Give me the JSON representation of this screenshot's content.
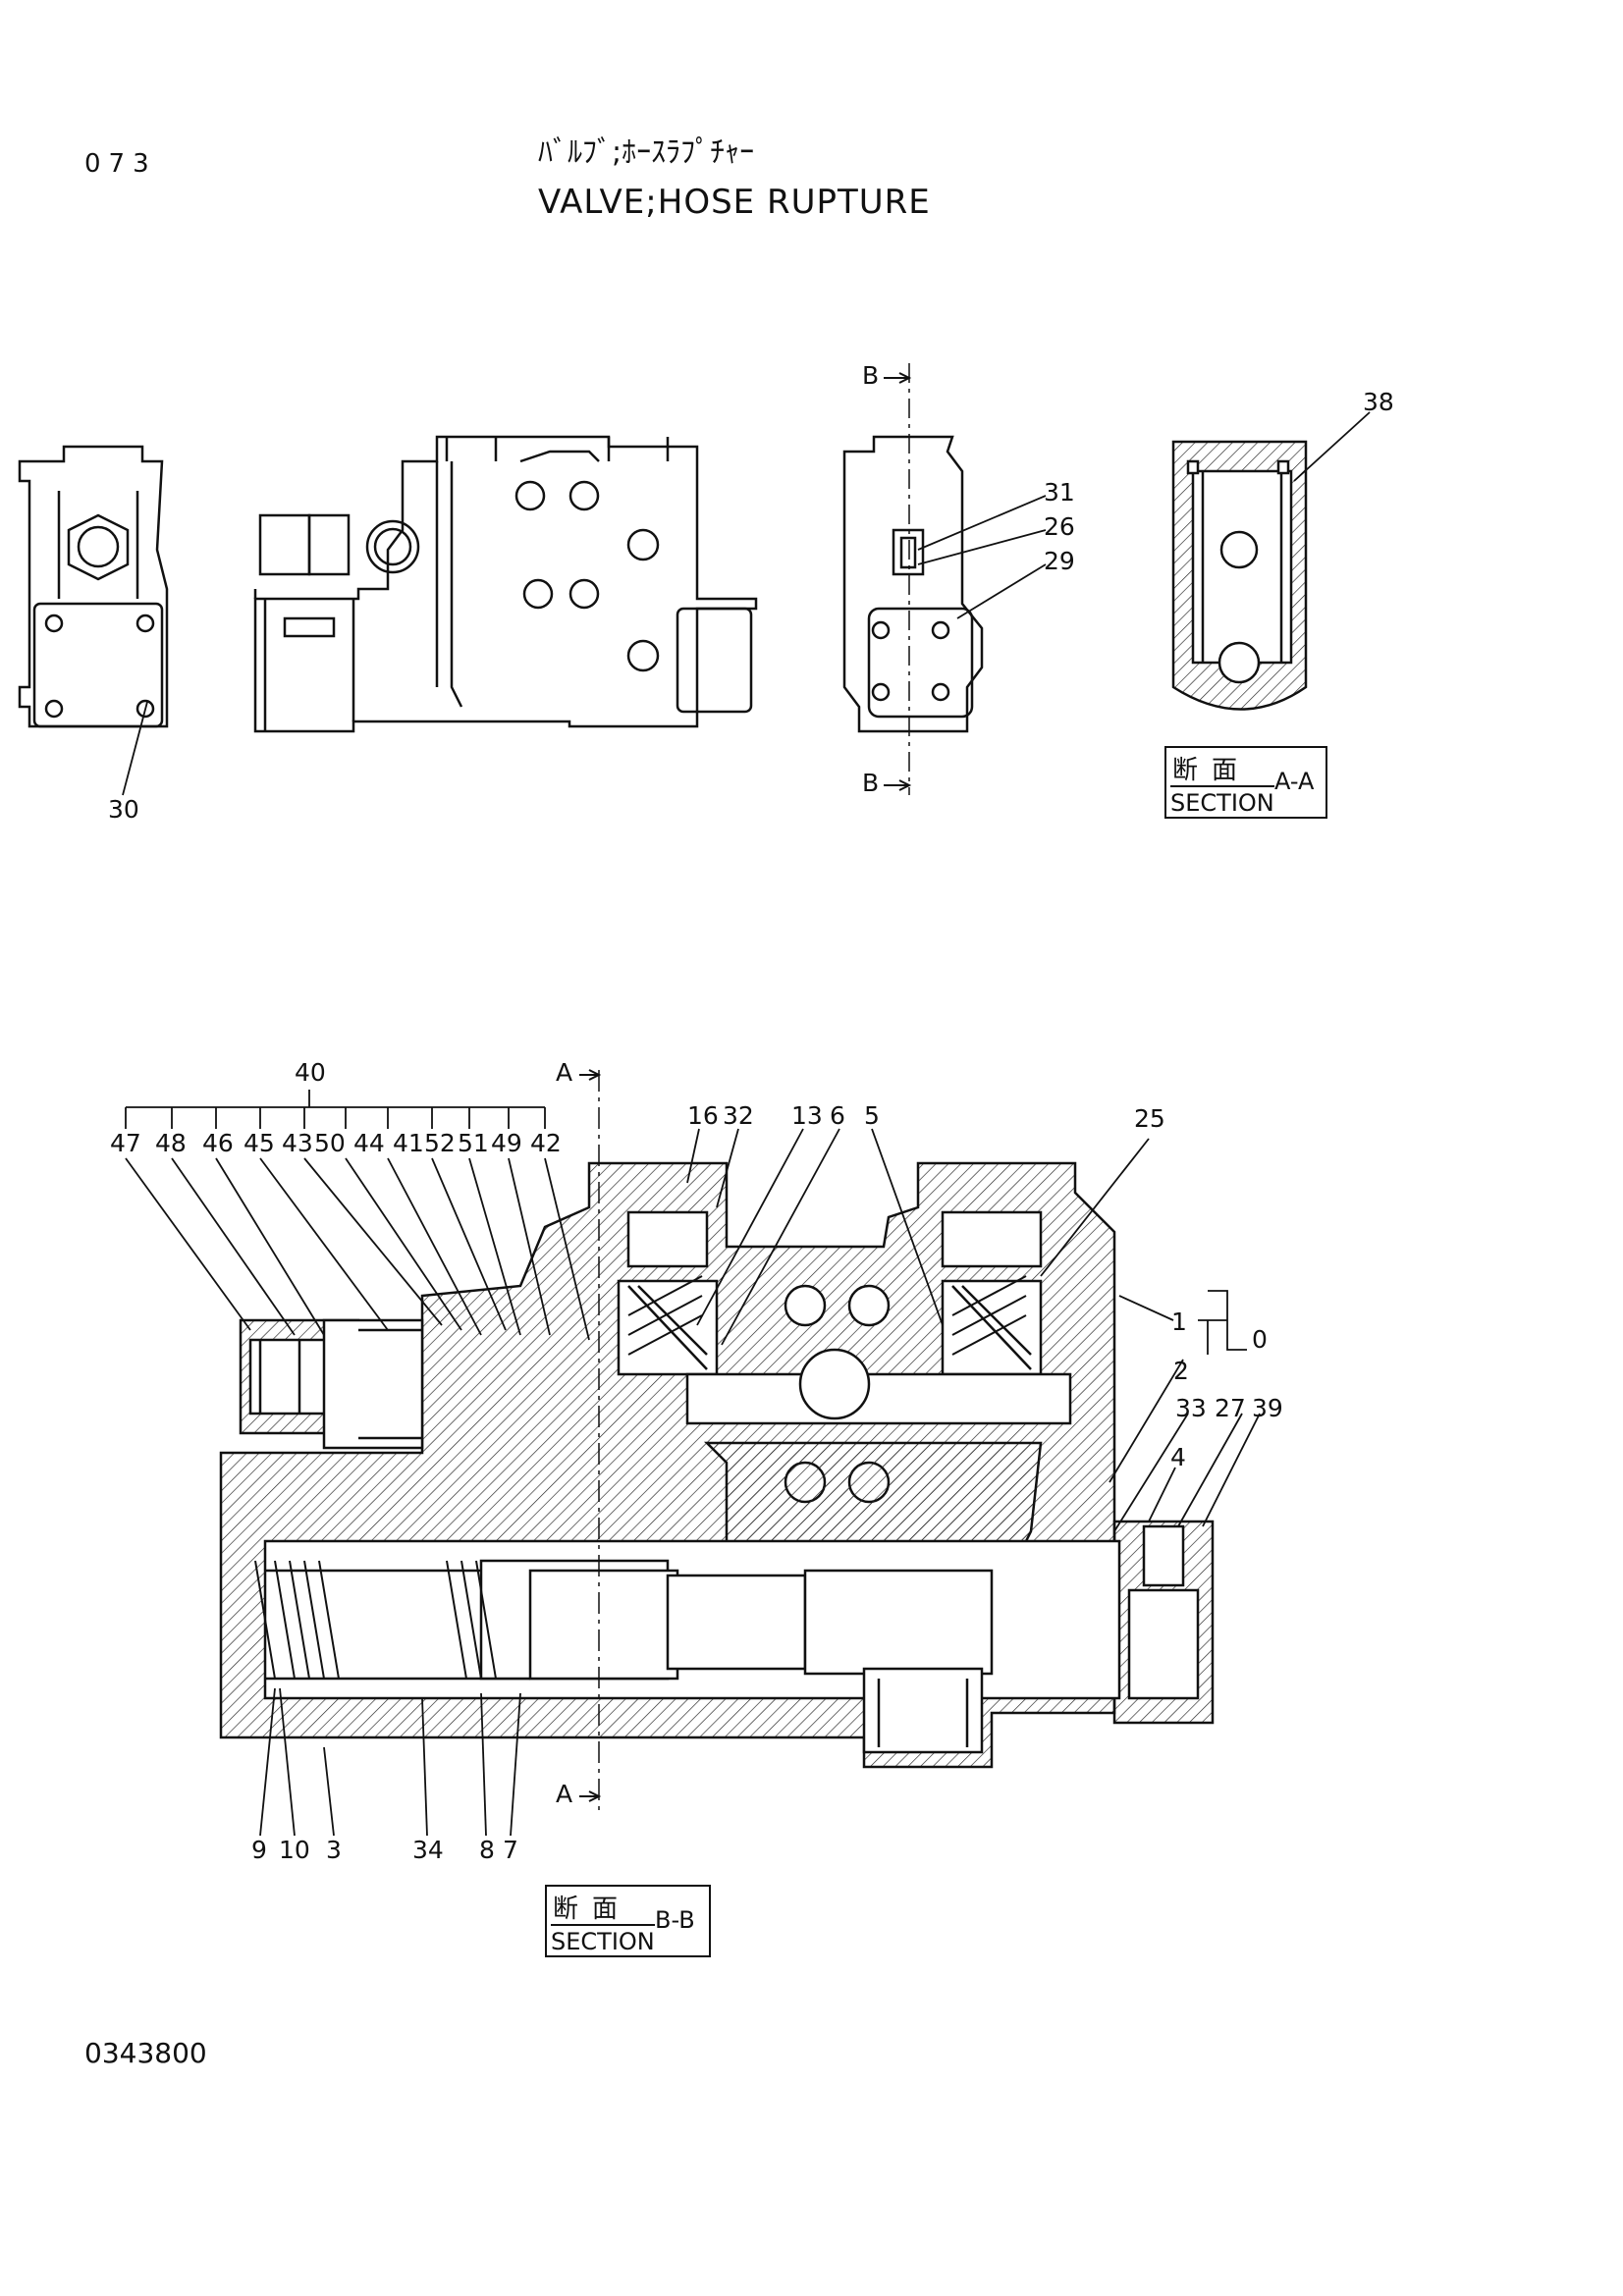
{
  "header": {
    "page_number": "073",
    "title_jp": "ﾊﾞﾙﾌﾞ;ﾎｰｽﾗﾌﾟﾁｬｰ",
    "title_en": "VALVE;HOSE RUPTURE"
  },
  "footer": {
    "document_number": "0343800"
  },
  "section_aa": {
    "kanji": "断面",
    "section": "SECTION",
    "view": "A-A"
  },
  "section_bb": {
    "kanji": "断面",
    "section": "SECTION",
    "view": "B-B"
  },
  "markers": {
    "b_top": "B",
    "b_bottom": "B",
    "a_top": "A",
    "a_bottom": "A"
  },
  "callouts": {
    "c38": "38",
    "c31": "31",
    "c26": "26",
    "c29": "29",
    "c30": "30",
    "c40": "40",
    "c47": "47",
    "c48": "48",
    "c46": "46",
    "c45": "45",
    "c43": "43",
    "c50": "50",
    "c44": "44",
    "c41": "41",
    "c52": "52",
    "c51": "51",
    "c49": "49",
    "c42": "42",
    "c16": "16",
    "c32": "32",
    "c13": "13",
    "c6": "6",
    "c5": "5",
    "c25": "25",
    "c1": "1",
    "c0": "0",
    "c2": "2",
    "c33": "33",
    "c27": "27",
    "c39": "39",
    "c4": "4",
    "c9": "9",
    "c10": "10",
    "c3": "3",
    "c34": "34",
    "c8": "8",
    "c7": "7"
  }
}
